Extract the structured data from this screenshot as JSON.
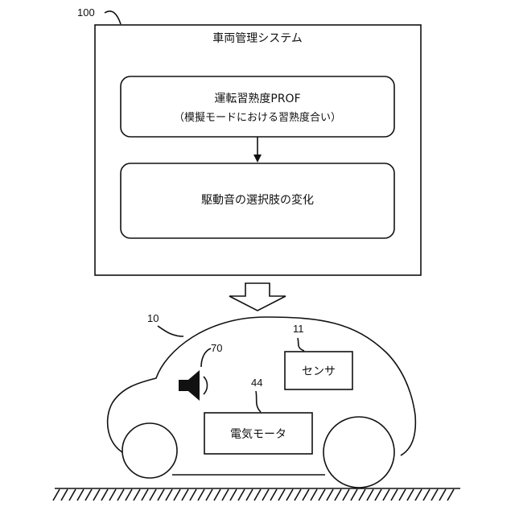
{
  "system": {
    "ref": "100",
    "title": "車両管理システム",
    "box1_line1": "運転習熟度PROF",
    "box1_line2": "（模擬モードにおける習熟度合い）",
    "box2_label": "駆動音の選択肢の変化"
  },
  "vehicle": {
    "ref": "10",
    "speaker_ref": "70",
    "sensor_ref": "11",
    "sensor_label": "センサ",
    "motor_ref": "44",
    "motor_label": "電気モータ"
  }
}
